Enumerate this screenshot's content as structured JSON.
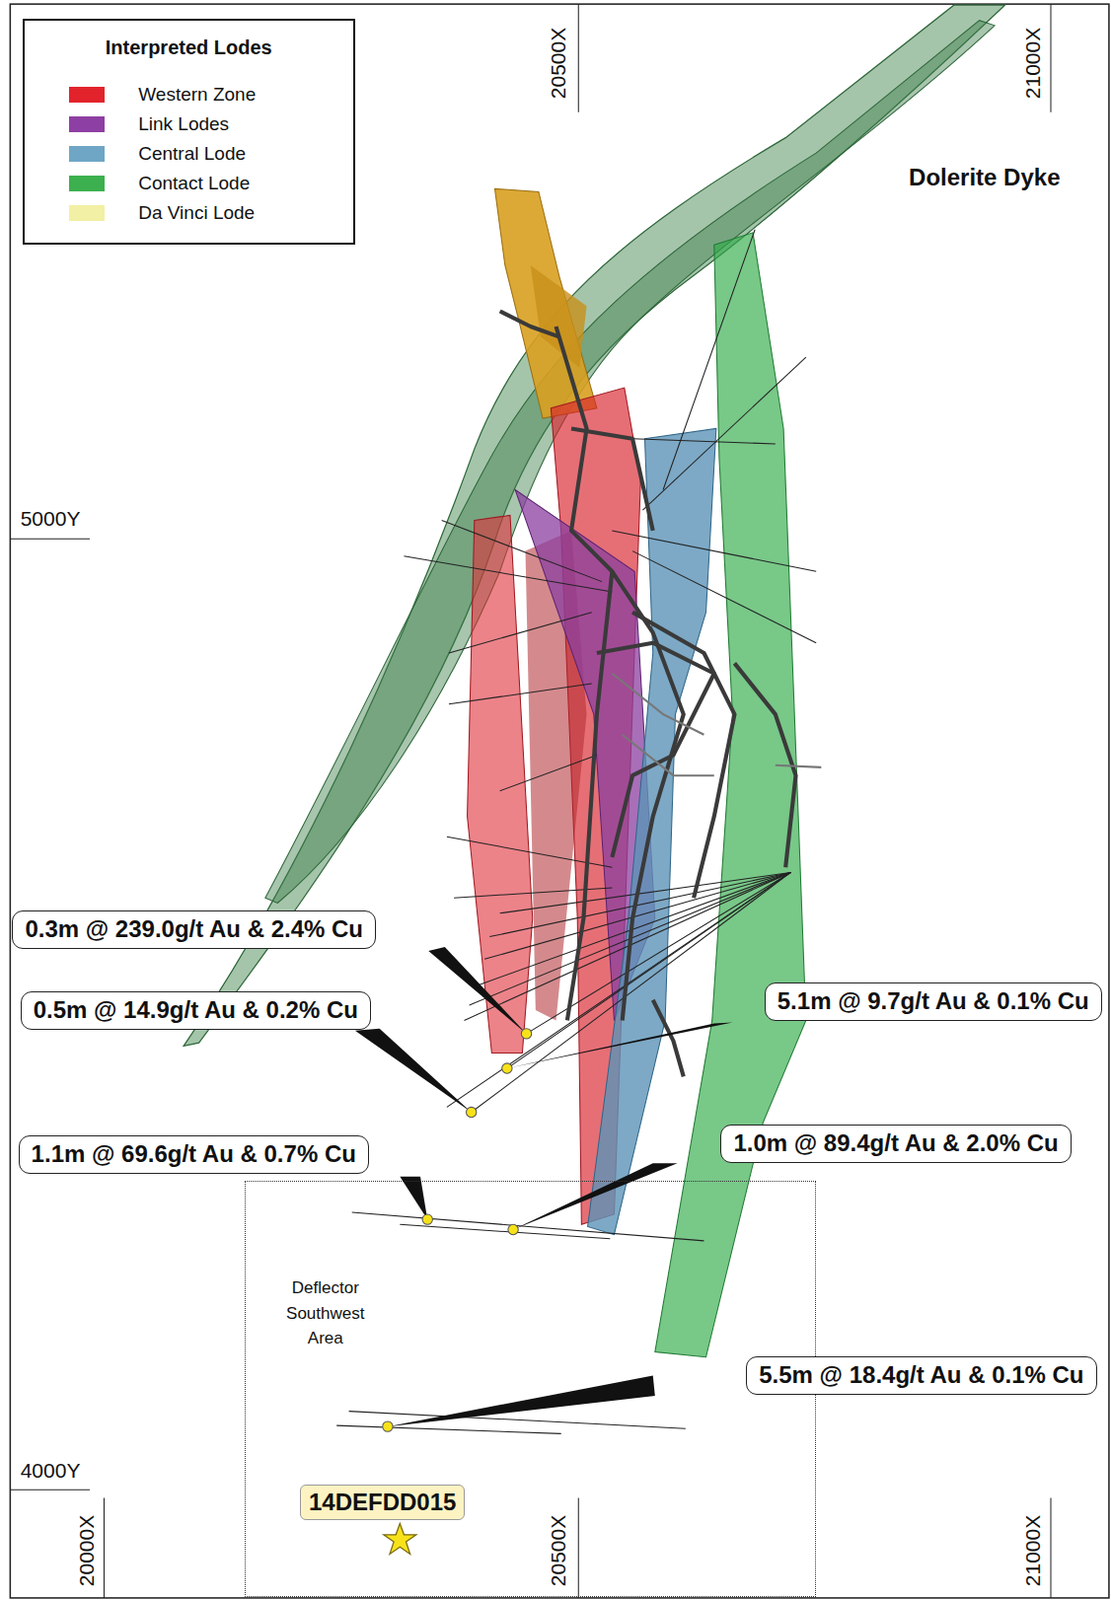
{
  "diagram": {
    "nodes": [
      {
        "text": [
          "0.3m @ 239.0g/t Au & 2.4% Cu"
        ]
      },
      {
        "text": [
          "0.5m @ 14.9g/t Au & 0.2% Cu"
        ]
      },
      {
        "text": [
          "5.1m @ 9.7g/t Au & 0.1% Cu"
        ]
      },
      {
        "text": [
          "1.1m @ 69.6g/t Au & 0.7% Cu"
        ]
      },
      {
        "text": [
          "1.0m @ 89.4g/t Au & 2.0% Cu"
        ]
      },
      {
        "text": [
          "Deflector Southwest Area"
        ]
      },
      {
        "text": [
          "5.5m @ 18.4g/t Au & 0.1% Cu"
        ]
      },
      {
        "text": [
          "14DEFDD015"
        ],
        "in": 5
      }
    ],
    "labels": [
      "Interpreted Lodes",
      "Dolerite Dyke",
      "20500X",
      "21000X",
      "5000Y",
      "4000Y",
      "20000X",
      "20500X",
      "21000X"
    ],
    "legend": [
      {
        "text": "Western Zone",
        "color": "#e2232b"
      },
      {
        "text": "Link Lodes",
        "color": "#8e3fa3"
      },
      {
        "text": "Central Lode",
        "color": "#6fa6c6"
      },
      {
        "text": "Contact Lode",
        "color": "#3cb04e"
      },
      {
        "text": "Da Vinci Lode",
        "color": "#f2f0a4"
      }
    ]
  }
}
